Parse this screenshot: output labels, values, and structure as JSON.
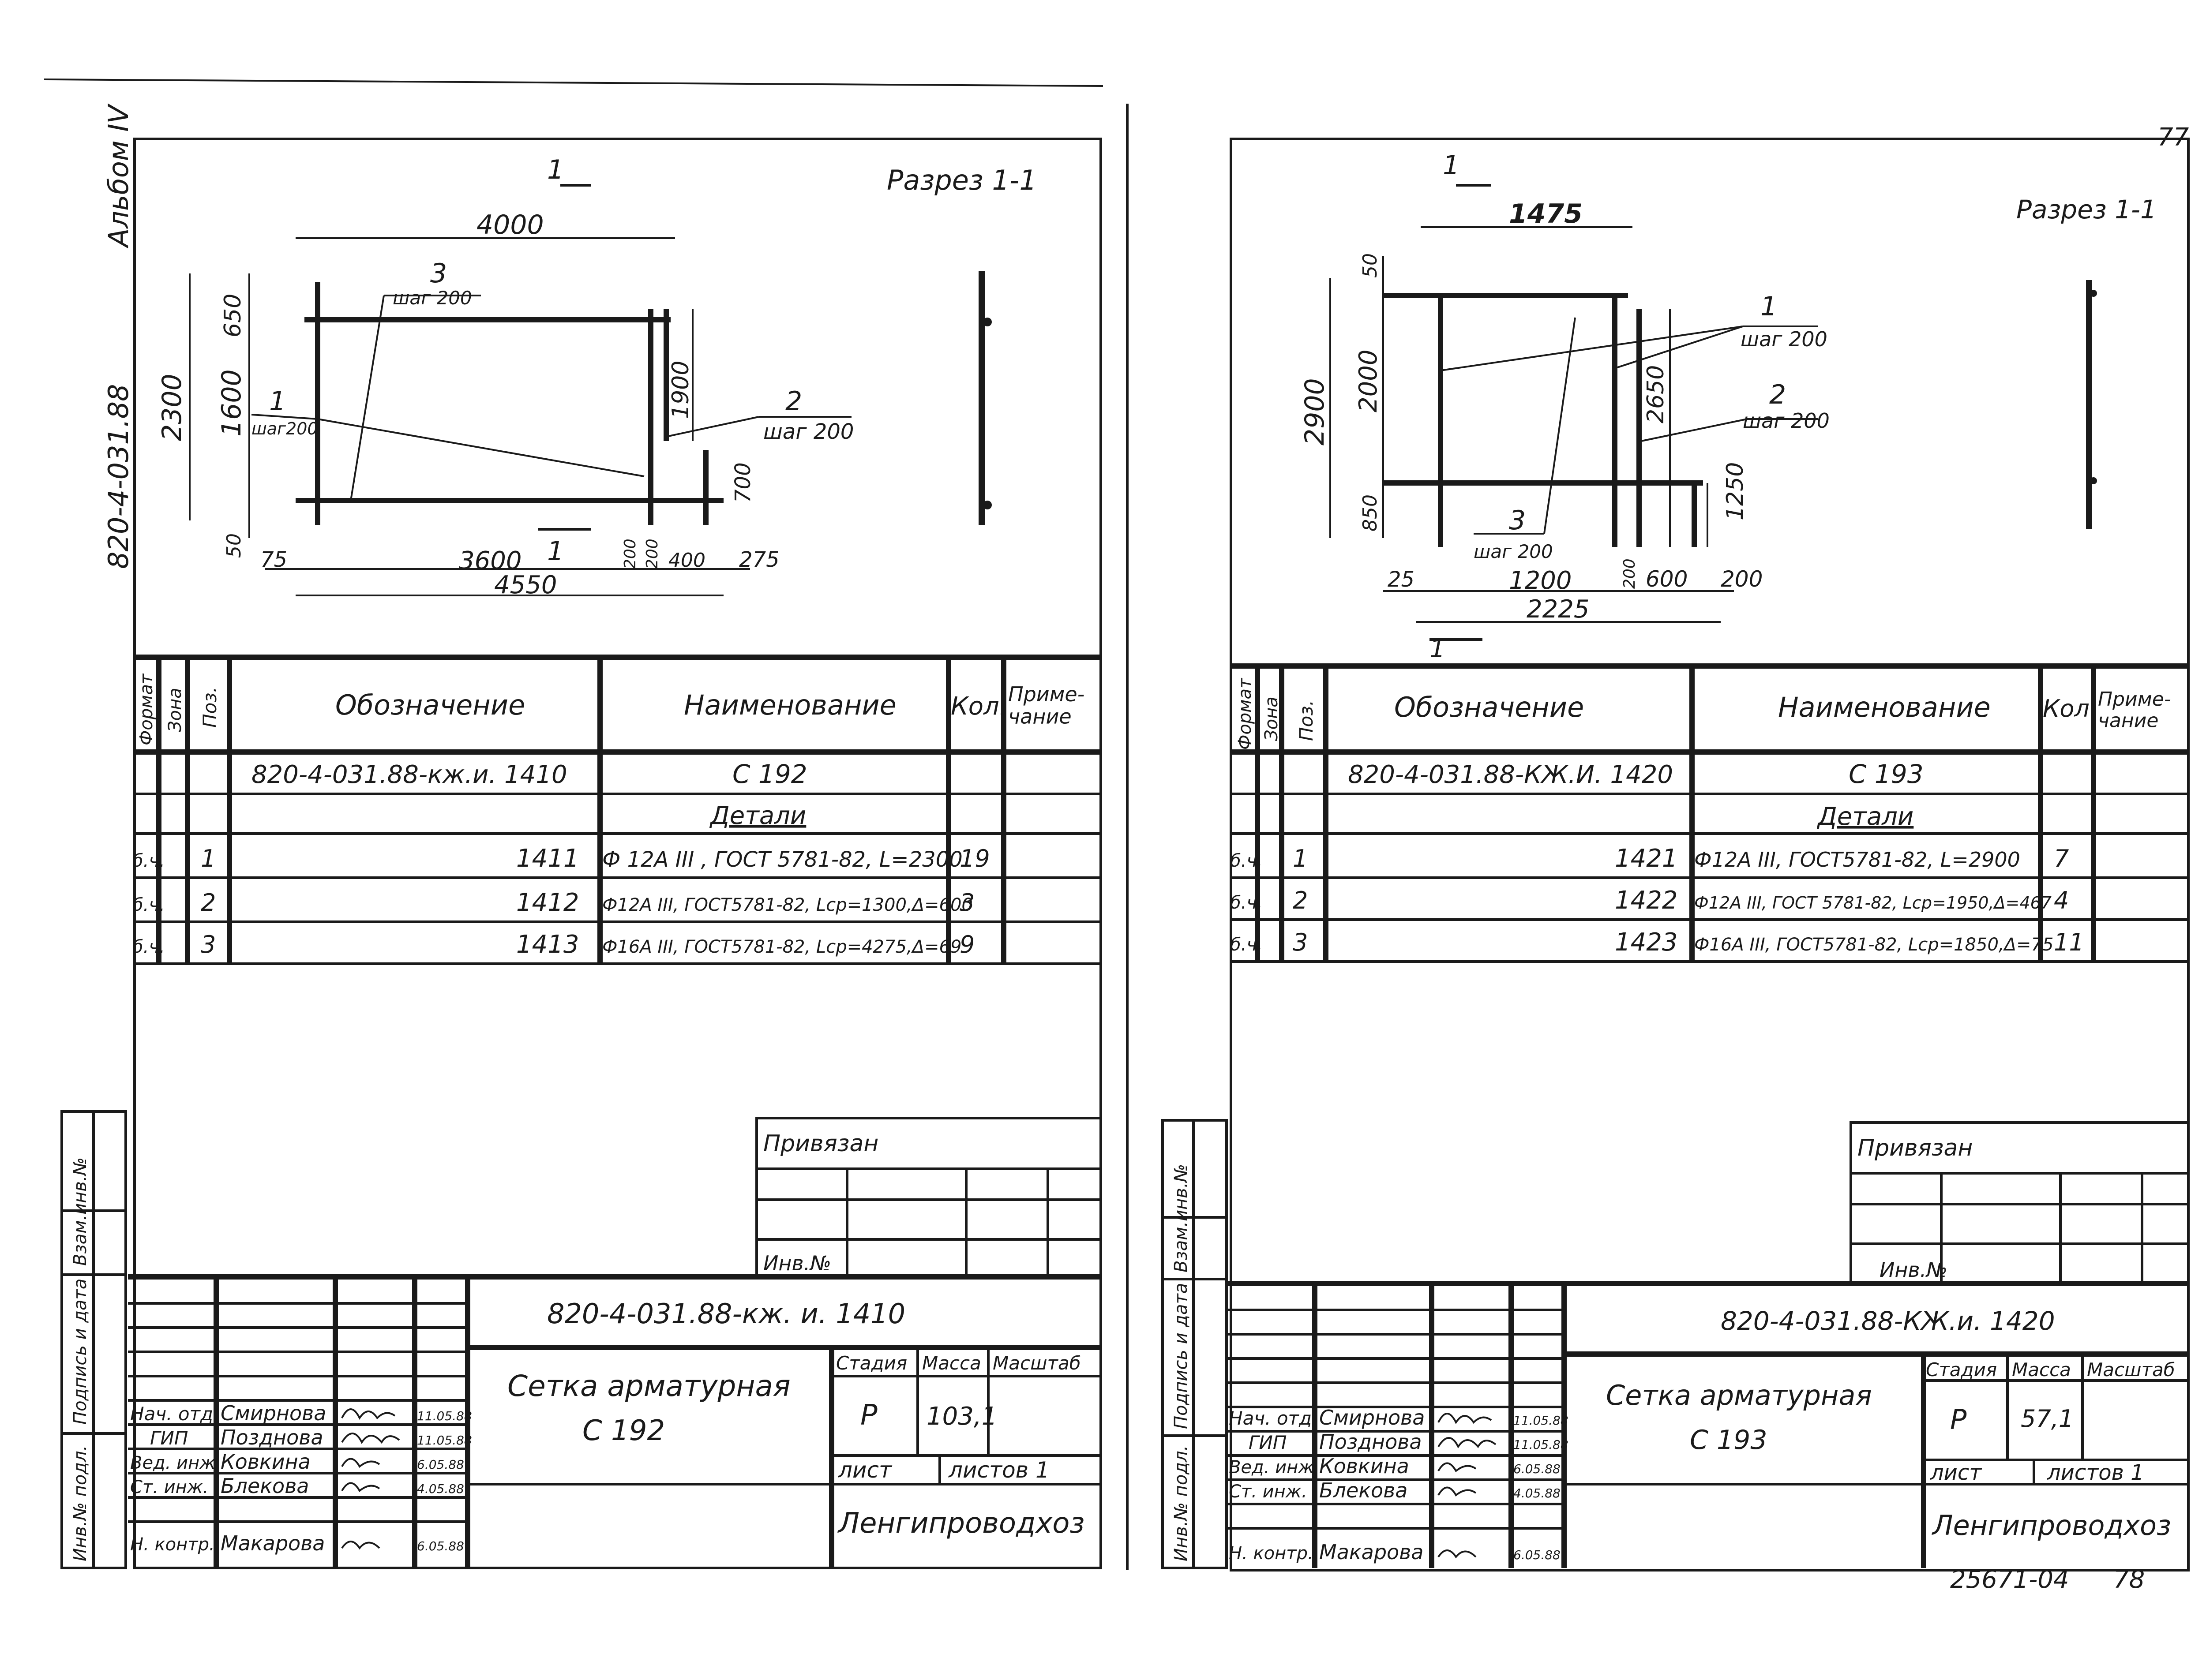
{
  "album_side": "Альбом IV",
  "album_code": "820-4-031.88",
  "side_labels": [
    "Инв.№ подл.",
    "Подпись и дата",
    "Взам.инв.№"
  ],
  "sheet_number": "77",
  "archive_number": "25671-04",
  "archive_suffix": "78",
  "headers": {
    "format": "Формат",
    "zone": "Зона",
    "pos": "Поз.",
    "designation": "Обозначение",
    "name": "Наименование",
    "qty": "Кол.",
    "note": "Приме-\nчание"
  },
  "sheets": [
    {
      "section_title": "Разрез 1-1",
      "section_mark": "1",
      "dims": {
        "top": "4000",
        "left_total": "2300",
        "left_a": "650",
        "left_b": "1600",
        "left_c": "50",
        "right_a": "1900",
        "right_b": "700",
        "bot_1": "75",
        "bot_2": "3600",
        "bot_3": "200",
        "bot_4": "400",
        "bot_5": "275",
        "bot_total": "4550",
        "bot_6": "200"
      },
      "callouts": [
        {
          "num": "3",
          "step": "шаг 200"
        },
        {
          "num": "1",
          "step": "шаг200"
        },
        {
          "num": "2",
          "step": "шаг 200"
        }
      ],
      "doc_designation": "820-4-031.88-кж.и. 1410",
      "product": "С 192",
      "details_title": "Детали",
      "rows": [
        {
          "format": "б.ч.",
          "pos": "1",
          "designation": "1411",
          "name": "Ф 12А III , ГОСТ 5781-82, L=2300",
          "qty": "19"
        },
        {
          "format": "б.ч.",
          "pos": "2",
          "designation": "1412",
          "name": "Ф12А III, ГОСТ5781-82, Lср=1300,Δ=600",
          "qty": "3"
        },
        {
          "format": "б.ч.",
          "pos": "3",
          "designation": "1413",
          "name": "Ф16А III, ГОСТ5781-82, Lср=4275,Δ=69",
          "qty": "9"
        }
      ],
      "privyazan": "Привязан",
      "inv_no": "Инв.№",
      "stamp_code": "820-4-031.88-кж. и. 1410",
      "stamp_title": "Сетка арматурная",
      "stamp_product": "С 192",
      "stage_label": "Стадия",
      "mass_label": "Масса",
      "scale_label": "Масштаб",
      "stage": "Р",
      "mass": "103,1",
      "sheet_label": "лист",
      "sheets_label": "листов 1",
      "org": "Ленгипроводхоз",
      "people": [
        {
          "role": "Нач. отд.",
          "name": "Смирнова",
          "date": "11.05.88"
        },
        {
          "role": "ГИП",
          "name": "Позднова",
          "date": "11.05.88"
        },
        {
          "role": "Вед. инж.",
          "name": "Ковкина",
          "date": "6.05.88"
        },
        {
          "role": "Ст. инж.",
          "name": "Блекова",
          "date": "4.05.88"
        },
        {
          "role": "Н. контр.",
          "name": "Макарова",
          "date": "6.05.88"
        }
      ]
    },
    {
      "section_title": "Разрез 1-1",
      "section_mark": "1",
      "dims": {
        "top": "1475",
        "left_total": "2900",
        "left_a": "50",
        "left_b": "2000",
        "left_c": "850",
        "right_a": "2650",
        "right_b": "1250",
        "bot_1": "25",
        "bot_2": "1200",
        "bot_3": "200",
        "bot_4": "600",
        "bot_5": "200",
        "bot_total": "2225"
      },
      "callouts": [
        {
          "num": "1",
          "step": "шаг 200"
        },
        {
          "num": "2",
          "step": "шаг 200"
        },
        {
          "num": "3",
          "step": "шаг 200"
        }
      ],
      "doc_designation": "820-4-031.88-КЖ.И. 1420",
      "product": "С 193",
      "details_title": "Детали",
      "rows": [
        {
          "format": "б.ч.",
          "pos": "1",
          "designation": "1421",
          "name": "Ф12А III, ГОСТ5781-82, L=2900",
          "qty": "7"
        },
        {
          "format": "б.ч.",
          "pos": "2",
          "designation": "1422",
          "name": "Ф12А III, ГОСТ 5781-82, Lср=1950,Δ=467",
          "qty": "4"
        },
        {
          "format": "б.ч.",
          "pos": "3",
          "designation": "1423",
          "name": "Ф16А III, ГОСТ5781-82, Lср=1850,Δ=75",
          "qty": "11"
        }
      ],
      "privyazan": "Привязан",
      "inv_no": "Инв.№",
      "stamp_code": "820-4-031.88-КЖ.и. 1420",
      "stamp_title": "Сетка арматурная",
      "stamp_product": "С 193",
      "stage_label": "Стадия",
      "mass_label": "Масса",
      "scale_label": "Масштаб",
      "stage": "Р",
      "mass": "57,1",
      "sheet_label": "лист",
      "sheets_label": "листов 1",
      "org": "Ленгипроводхоз",
      "people": [
        {
          "role": "Нач. отд.",
          "name": "Смирнова",
          "date": "11.05.88"
        },
        {
          "role": "ГИП",
          "name": "Позднова",
          "date": "11.05.88"
        },
        {
          "role": "Вед. инж.",
          "name": "Ковкина",
          "date": "6.05.88"
        },
        {
          "role": "Ст. инж.",
          "name": "Блекова",
          "date": "4.05.88"
        },
        {
          "role": "Н. контр.",
          "name": "Макарова",
          "date": "6.05.88"
        }
      ]
    }
  ]
}
